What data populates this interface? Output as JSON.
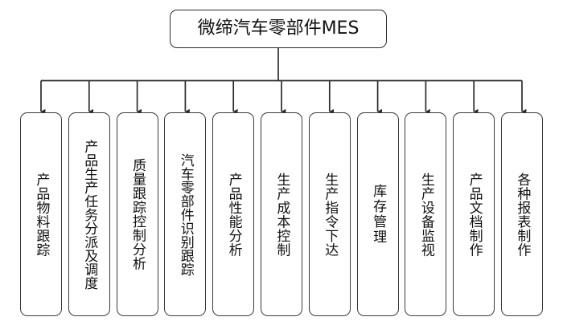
{
  "diagram": {
    "type": "organization-tree",
    "root": {
      "label": "微缔汽车零部件MES"
    },
    "connector": {
      "style": "orthogonal-bus-with-arrowheads",
      "line_color": "#2b2b2b",
      "arrow": "down-arrow"
    },
    "leaves": [
      {
        "label": "产品物料跟踪"
      },
      {
        "label": "产品生产任务分派及调度"
      },
      {
        "label": "质量跟踪控制分析"
      },
      {
        "label": "汽车零部件识别跟踪"
      },
      {
        "label": "产品性能分析"
      },
      {
        "label": "生产成本控制"
      },
      {
        "label": "生产指令下达"
      },
      {
        "label": "库存管理"
      },
      {
        "label": "生产设备监视"
      },
      {
        "label": "产品文档制作"
      },
      {
        "label": "各种报表制作"
      }
    ]
  },
  "colors": {
    "background": "#ffffff",
    "box_border": "#3a3a3a",
    "root_border": "#2b2b2b",
    "text": "#111111"
  }
}
